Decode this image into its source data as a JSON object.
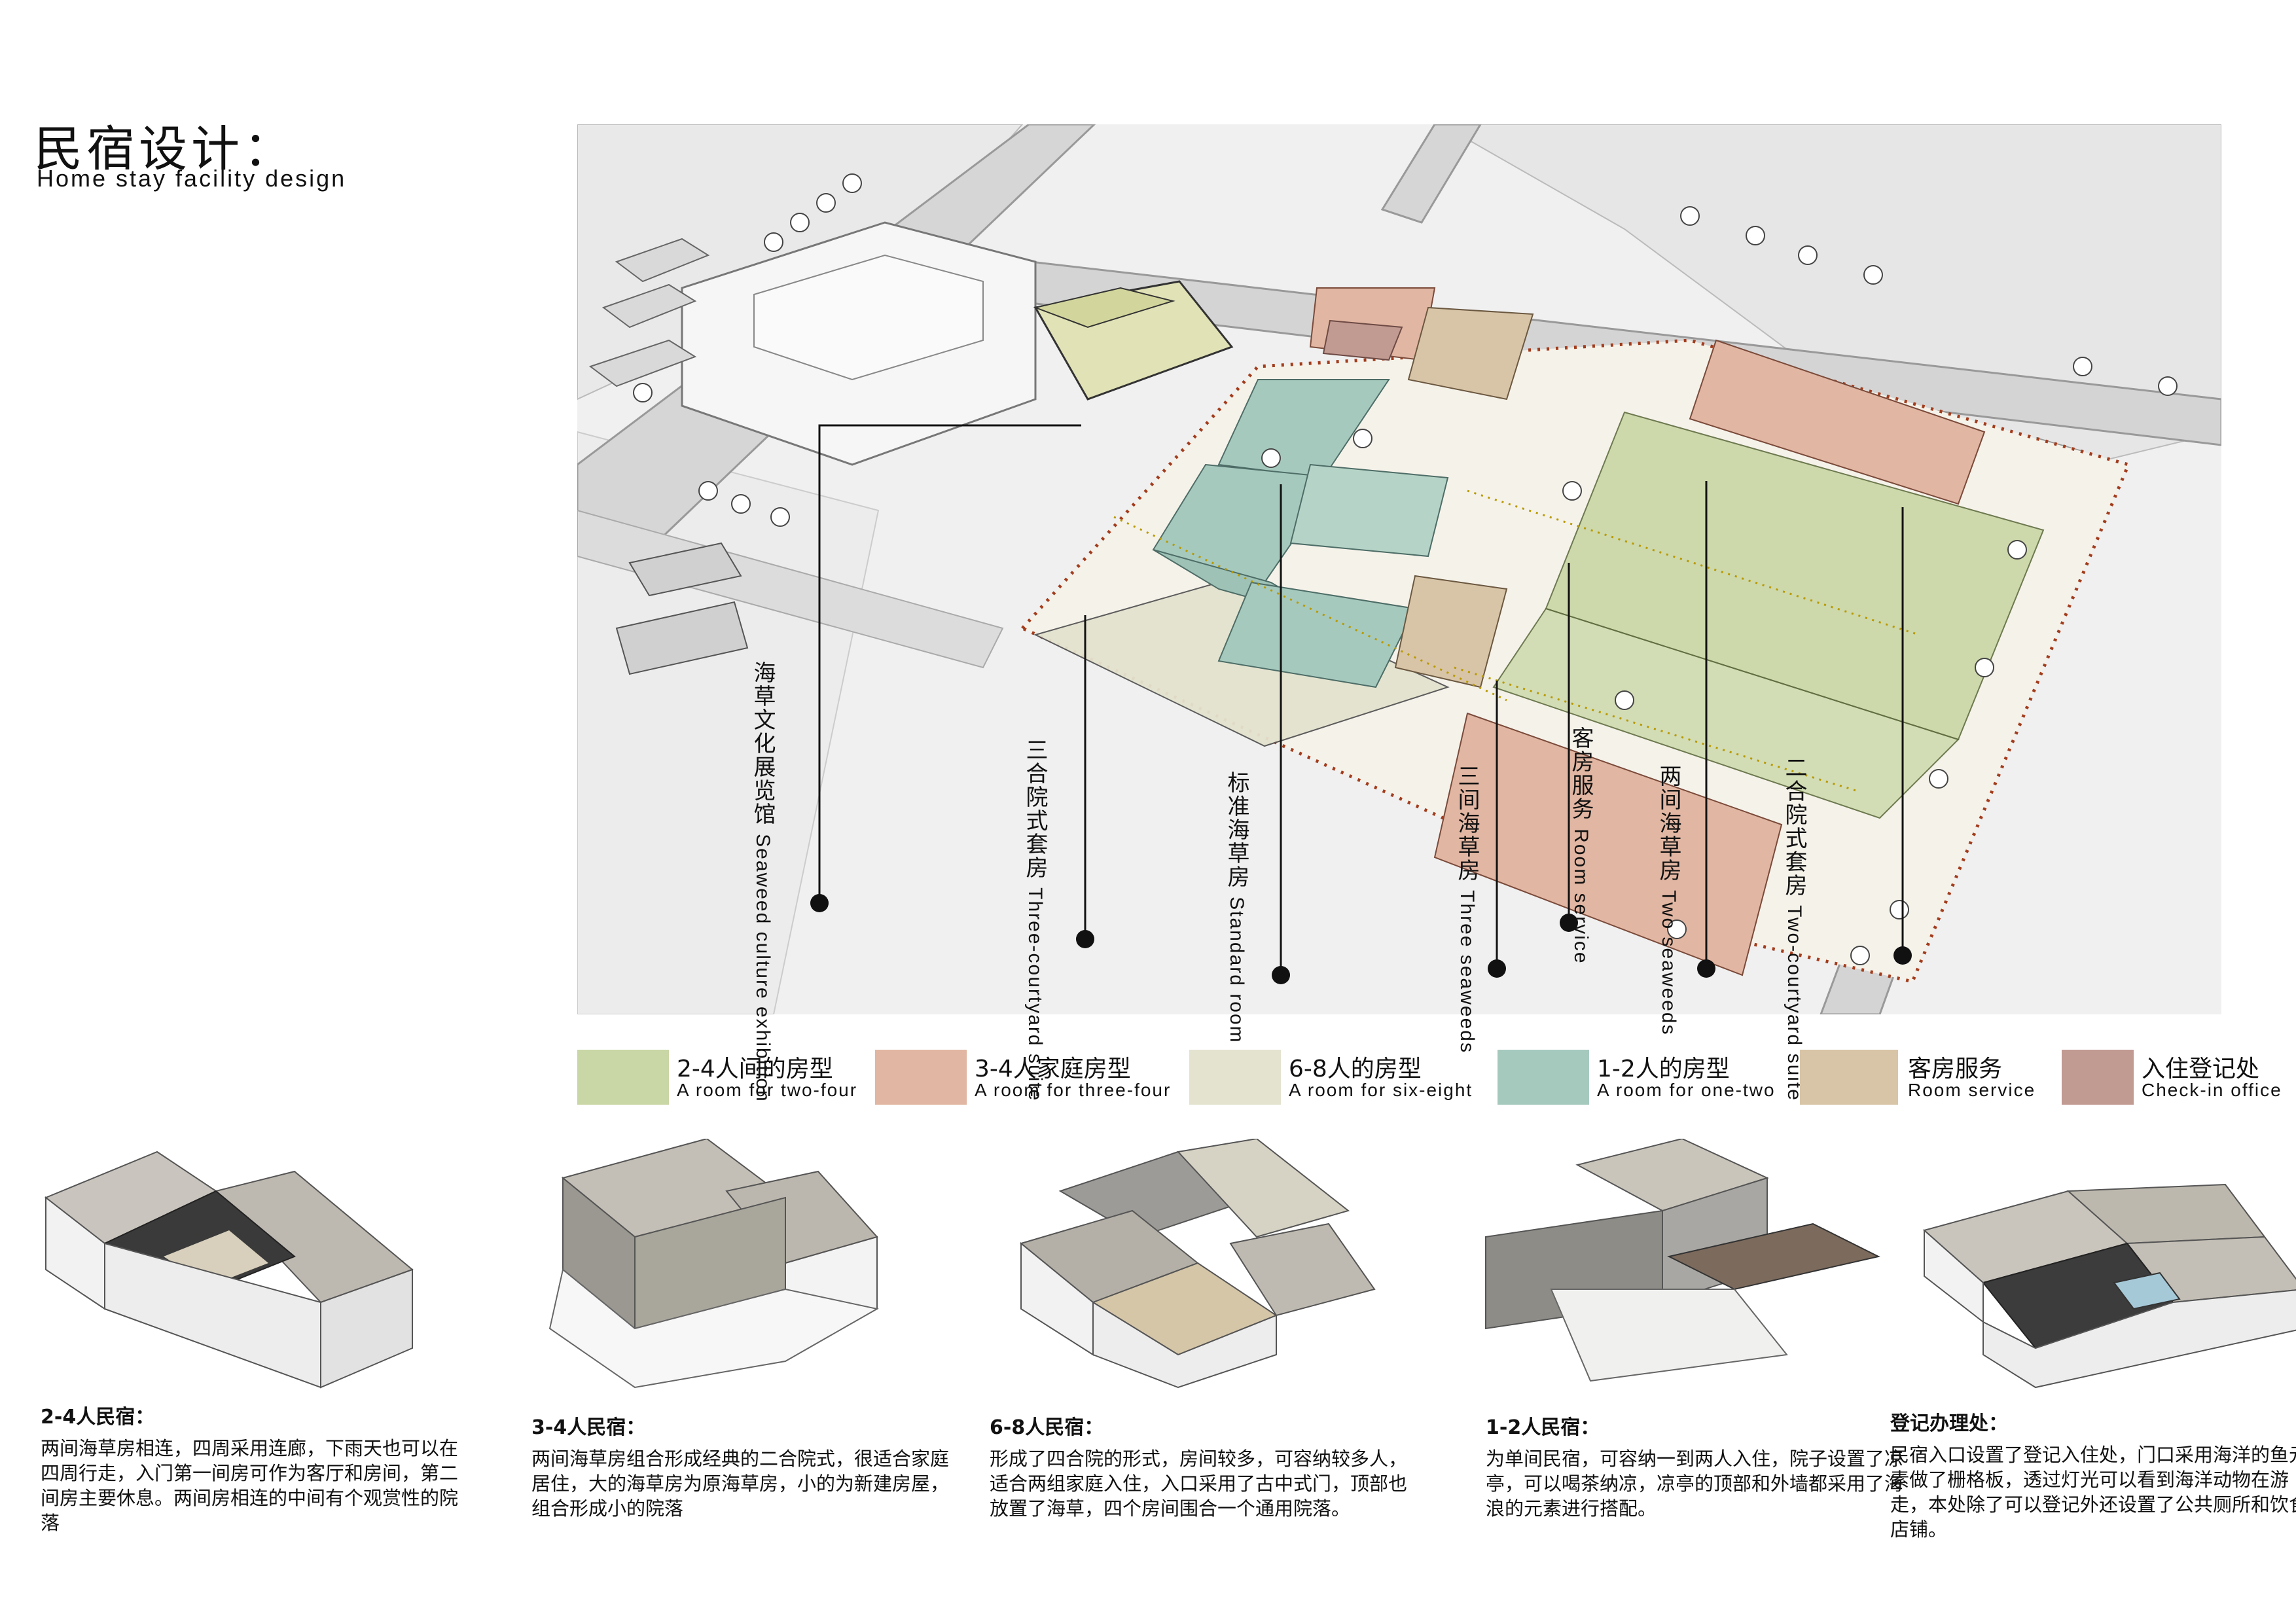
{
  "title": {
    "cn": "民宿设计：",
    "en": "Home stay facility design"
  },
  "callouts": [
    {
      "cn": "海草文化展览馆",
      "en": "Seaweed culture exhibition"
    },
    {
      "cn": "三合院式套房",
      "en": "Three-courtyard suite"
    },
    {
      "cn": "标准海草房",
      "en": "Standard room"
    },
    {
      "cn": "三间海草房",
      "en": "Three seaweeds"
    },
    {
      "cn": "客房服务",
      "en": "Room service"
    },
    {
      "cn": "两间海草房",
      "en": "Two seaweeds"
    },
    {
      "cn": "二合院式套房",
      "en": "Two-courtyard suite"
    }
  ],
  "legend": [
    {
      "cn": "2-4人间的房型",
      "en": "A room for two-four",
      "color": "#c9d6a5"
    },
    {
      "cn": "3-4人家庭房型",
      "en": "A room for three-four",
      "color": "#e1b6a2"
    },
    {
      "cn": "6-8人的房型",
      "en": "A room for six-eight",
      "color": "#e4e3cf"
    },
    {
      "cn": "1-2人的房型",
      "en": "A room for one-two",
      "color": "#a6c9be"
    },
    {
      "cn": "客房服务",
      "en": "Room service",
      "color": "#d8c4a6"
    },
    {
      "cn": "入住登记处",
      "en": "Check-in office",
      "color": "#c19a92"
    }
  ],
  "cards": [
    {
      "heading": "2-4人民宿：",
      "body": "两间海草房相连，四周采用连廊，下雨天也可以在四周行走，入门第一间房可作为客厅和房间，第二间房主要休息。两间房相连的中间有个观赏性的院落"
    },
    {
      "heading": "3-4人民宿：",
      "body": "两间海草房组合形成经典的二合院式，很适合家庭居住，大的海草房为原海草房，小的为新建房屋，组合形成小的院落"
    },
    {
      "heading": "6-8人民宿：",
      "body": "形成了四合院的形式，房间较多，可容纳较多人，适合两组家庭入住，入口采用了古中式门，顶部也放置了海草，四个房间围合一个通用院落。"
    },
    {
      "heading": "1-2人民宿：",
      "body": "为单间民宿，可容纳一到两人入住，院子设置了凉亭，可以喝茶纳凉，凉亭的顶部和外墙都采用了海浪的元素进行搭配。"
    },
    {
      "heading": "登记办理处：",
      "body": "民宿入口设置了登记入住处，门口采用海洋的鱼元素做了栅格板，透过灯光可以看到海洋动物在游走，本处除了可以登记外还设置了公共厕所和饮食店铺。"
    }
  ]
}
